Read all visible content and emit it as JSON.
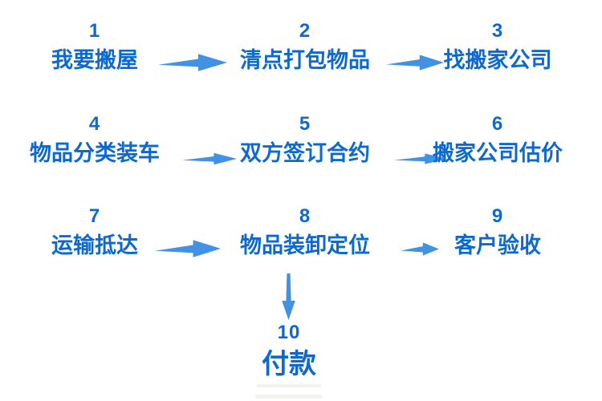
{
  "colors": {
    "background": "#ffffff",
    "step_text": "#0d69cf",
    "arrow": "#4292e4"
  },
  "steps": [
    {
      "number": "1",
      "label": "我要搬屋"
    },
    {
      "number": "2",
      "label": "清点打包物品"
    },
    {
      "number": "3",
      "label": "找搬家公司"
    },
    {
      "number": "4",
      "label": "物品分类装车"
    },
    {
      "number": "5",
      "label": "双方签订合约"
    },
    {
      "number": "6",
      "label": "搬家公司估价"
    },
    {
      "number": "7",
      "label": "运输抵达"
    },
    {
      "number": "8",
      "label": "物品装卸定位"
    },
    {
      "number": "9",
      "label": "客户验收"
    },
    {
      "number": "10",
      "label": "付款"
    }
  ],
  "connections": [
    {
      "from": "1",
      "to": "2",
      "direction": "right"
    },
    {
      "from": "2",
      "to": "3",
      "direction": "right"
    },
    {
      "from": "4",
      "to": "5",
      "direction": "right"
    },
    {
      "from": "5",
      "to": "6",
      "direction": "right"
    },
    {
      "from": "7",
      "to": "8",
      "direction": "right"
    },
    {
      "from": "8",
      "to": "9",
      "direction": "right"
    },
    {
      "from": "8",
      "to": "10",
      "direction": "down"
    }
  ]
}
